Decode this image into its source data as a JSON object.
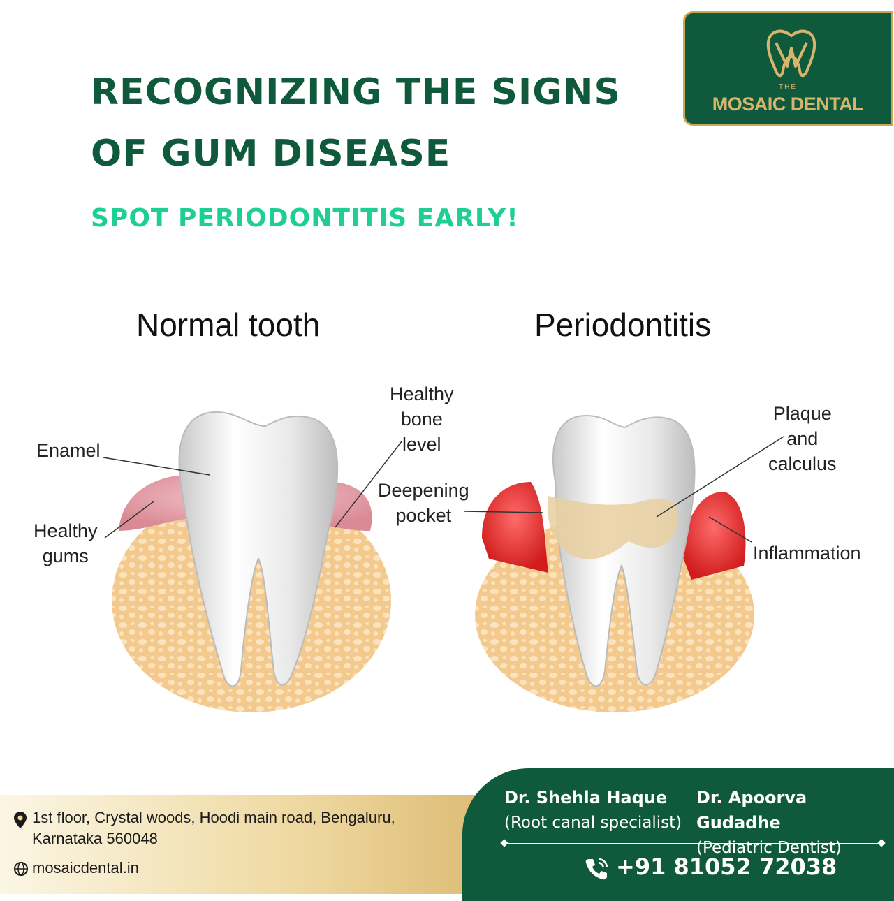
{
  "header": {
    "title_line1": "RECOGNIZING THE SIGNS",
    "title_line2": "OF GUM DISEASE",
    "subtitle": "SPOT PERIODONTITIS EARLY!"
  },
  "logo": {
    "the": "THE",
    "name": "MOSAIC DENTAL",
    "icon": "tooth-logo-icon"
  },
  "figure": {
    "left_heading": "Normal tooth",
    "right_heading": "Periodontitis",
    "labels": {
      "enamel": "Enamel",
      "healthy_gums_1": "Healthy",
      "healthy_gums_2": "gums",
      "healthy_bone_1": "Healthy",
      "healthy_bone_2": "bone",
      "healthy_bone_3": "level",
      "deepening_1": "Deepening",
      "deepening_2": "pocket",
      "plaque_1": "Plaque",
      "plaque_2": "and",
      "plaque_3": "calculus",
      "inflammation": "Inflammation"
    }
  },
  "footer": {
    "address_line1": "1st floor, Crystal woods, Hoodi main road, Bengaluru,",
    "address_line2": "Karnataka 560048",
    "website": "mosaicdental.in",
    "doctor1_name": "Dr. Shehla Haque",
    "doctor1_role": "(Root canal specialist)",
    "doctor2_name": "Dr. Apoorva Gudadhe",
    "doctor2_role": "(Pediatric Dentist)",
    "phone": "+91 81052 72038"
  },
  "colors": {
    "brand_green": "#0f5a3c",
    "accent_mint": "#1dcf95",
    "gold": "#c9a85a"
  }
}
